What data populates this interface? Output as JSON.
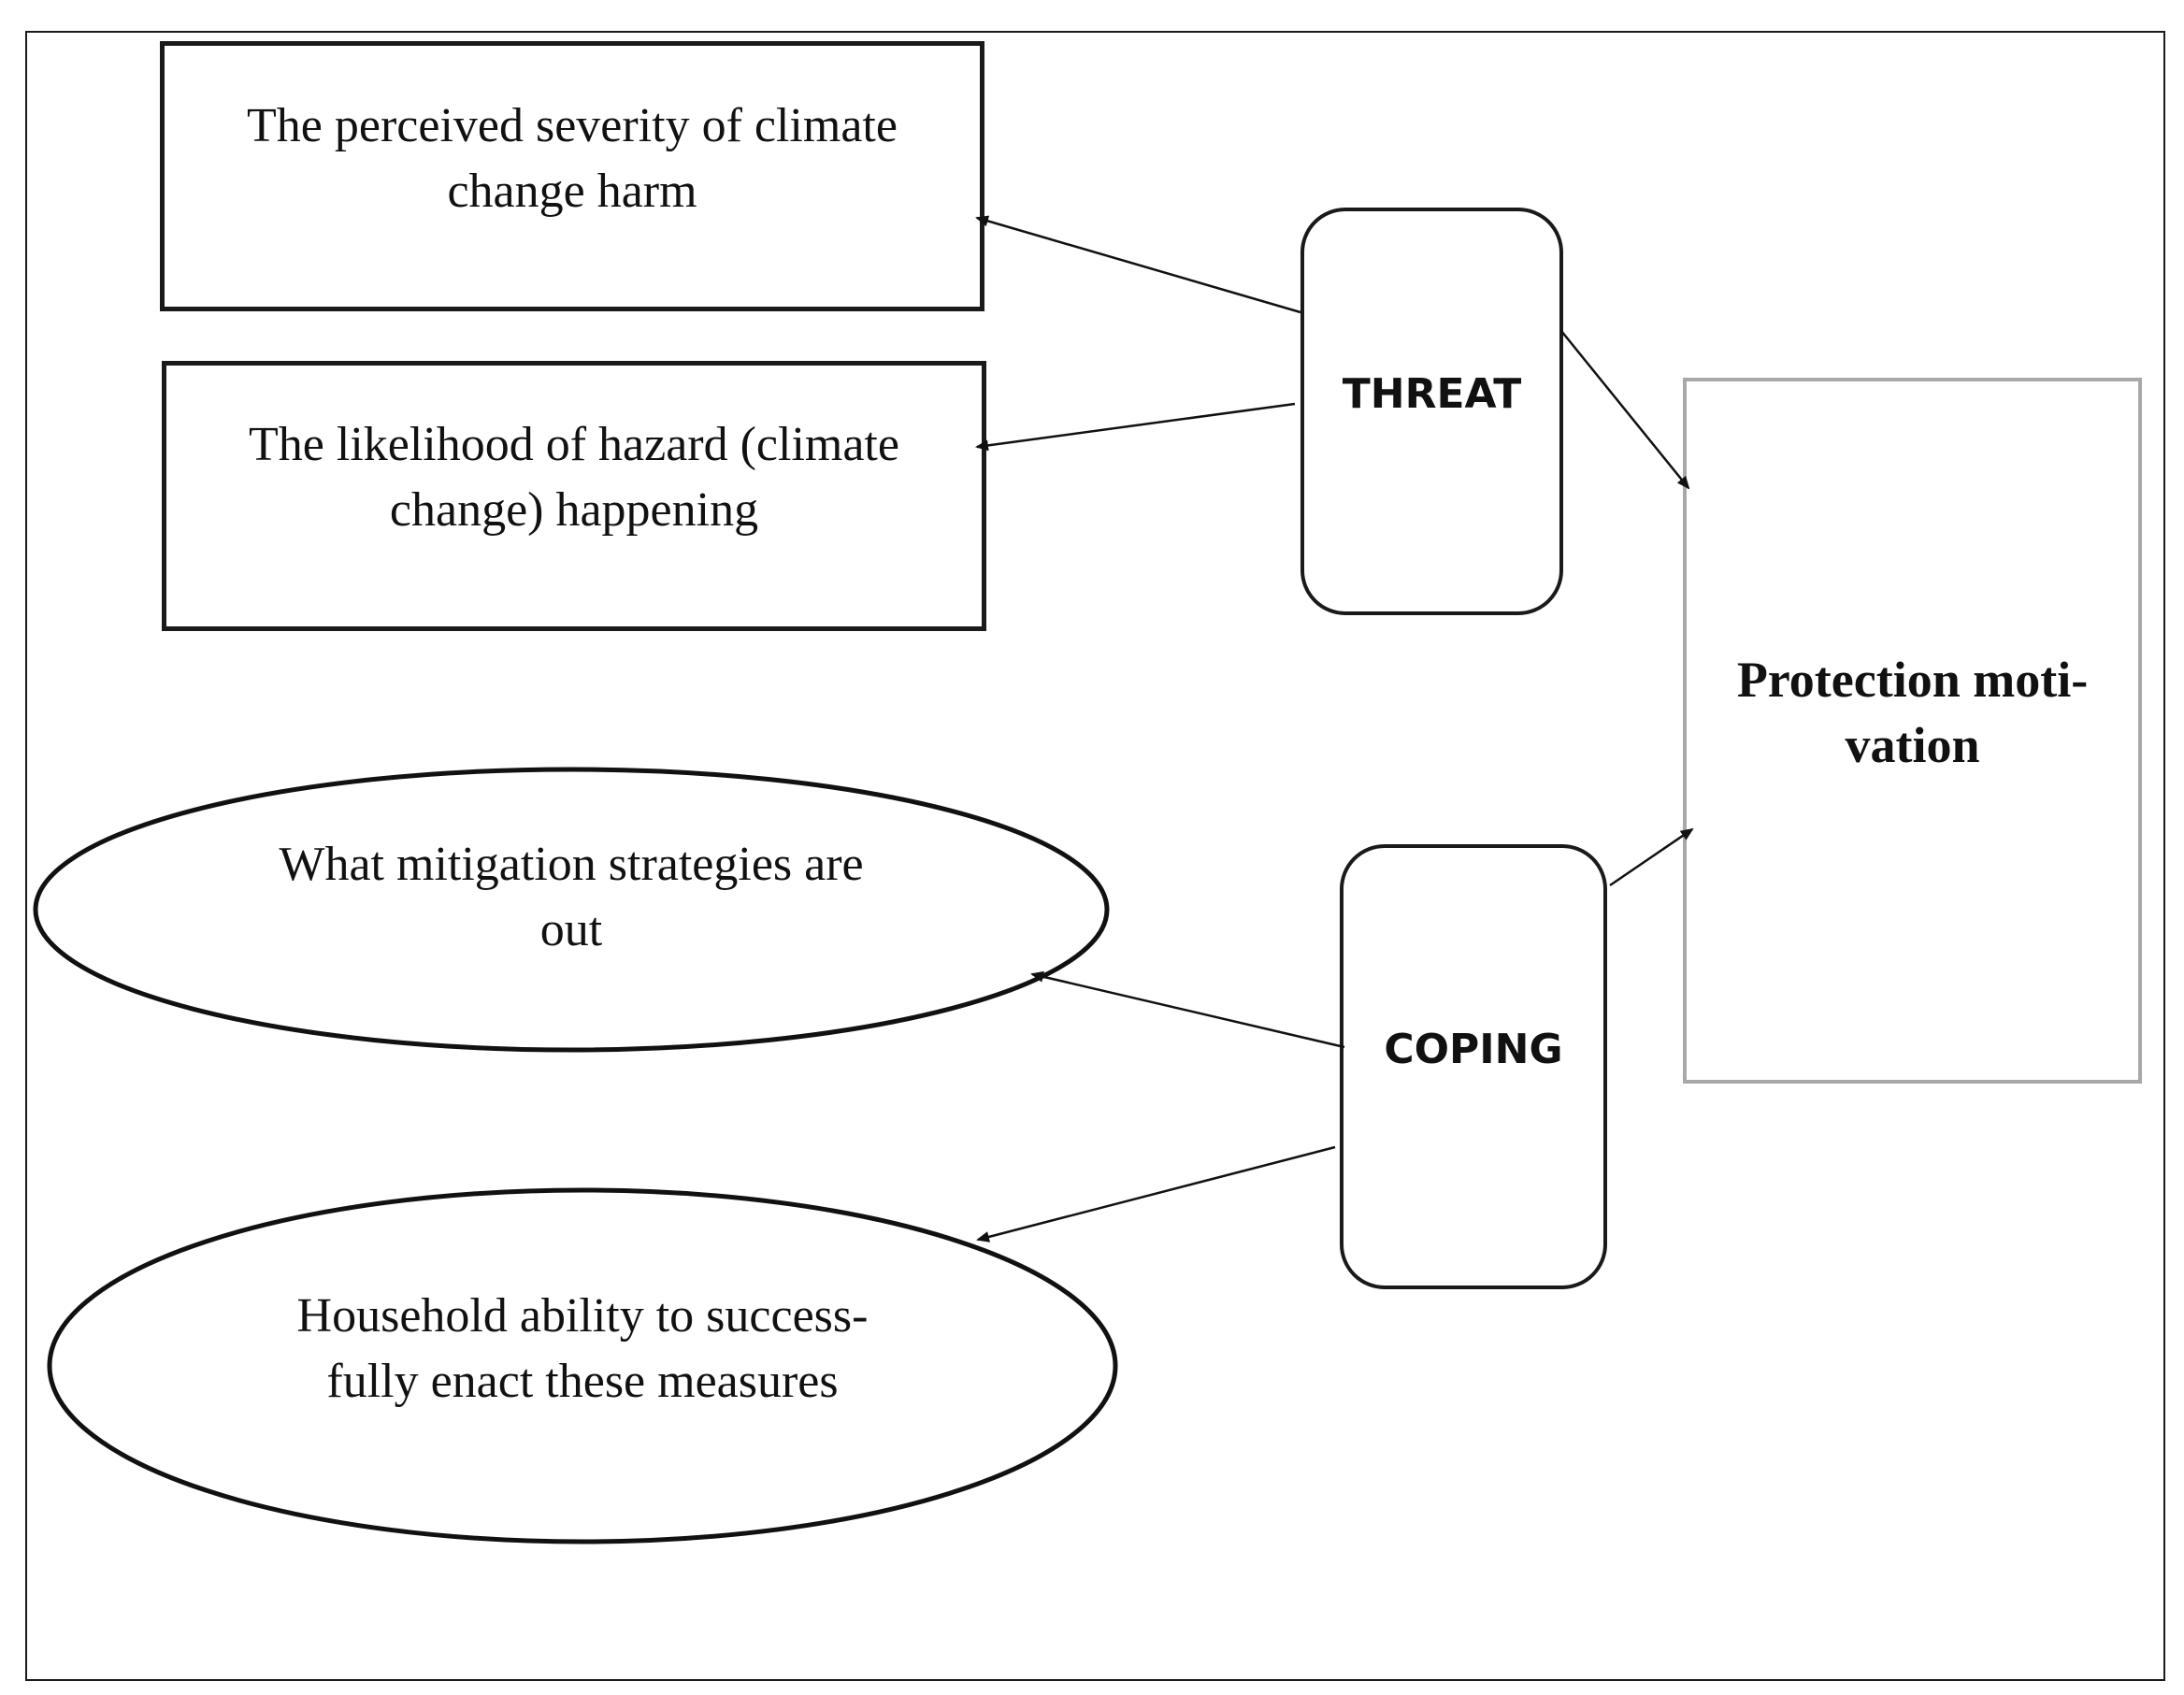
{
  "diagram": {
    "threat_node": {
      "label": "THREAT"
    },
    "coping_node": {
      "label": "COPING"
    },
    "outcome_node": {
      "label_line1": "Protection moti-",
      "label_line2": "vation"
    },
    "severity_box": {
      "line1": "The perceived severity of climate",
      "line2": "change harm"
    },
    "likelihood_box": {
      "line1": "The likelihood of hazard (climate",
      "line2": "change) happening"
    },
    "strategies_ellipse": {
      "line1": "What mitigation strategies are",
      "line2": "out"
    },
    "ability_ellipse": {
      "line1": "Household ability to success-",
      "line2": "fully enact these measures"
    }
  }
}
